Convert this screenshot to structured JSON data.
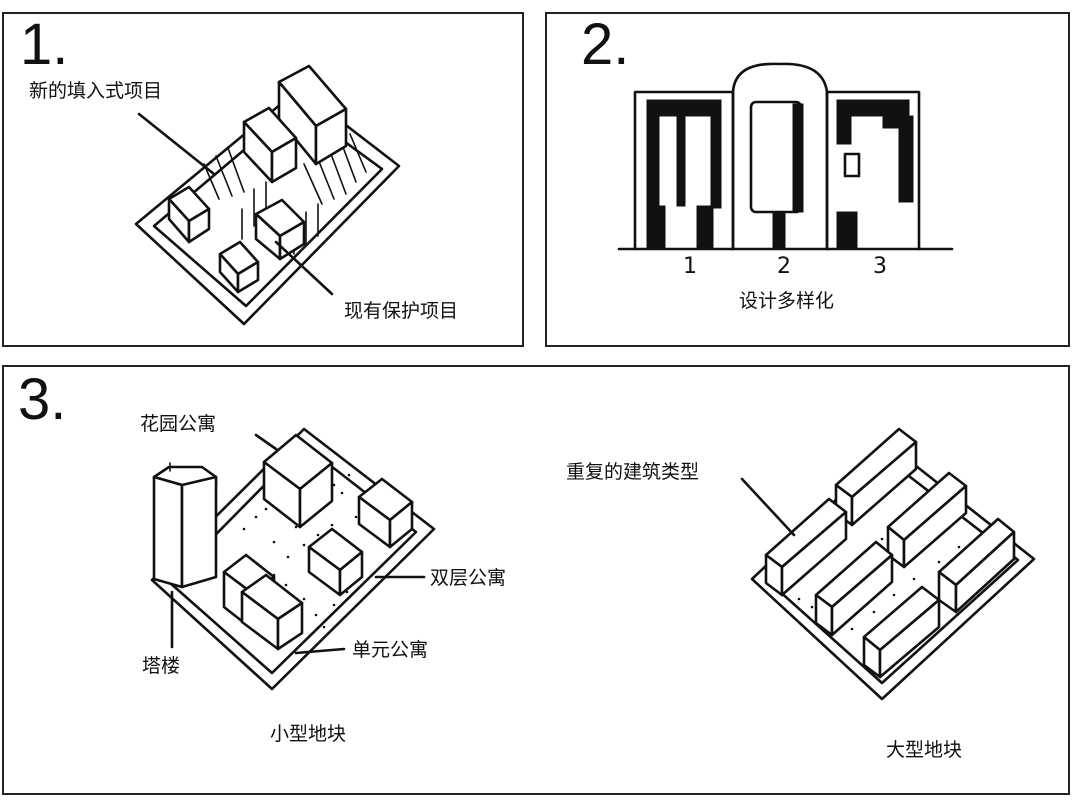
{
  "panel1": {
    "number": "1.",
    "label_new_infill": "新的填入式项目",
    "label_existing_protected": "现有保护项目"
  },
  "panel2": {
    "number": "2.",
    "caption": "设计多样化",
    "facade_numbers": [
      "1",
      "2",
      "3"
    ]
  },
  "panel3": {
    "number": "3.",
    "small_block": {
      "label_garden_apartment": "花园公寓",
      "label_duplex": "双层公寓",
      "label_unit_apartment": "单元公寓",
      "label_tower": "塔楼",
      "caption": "小型地块"
    },
    "large_block": {
      "label_repeated_types": "重复的建筑类型",
      "caption": "大型地块"
    }
  }
}
